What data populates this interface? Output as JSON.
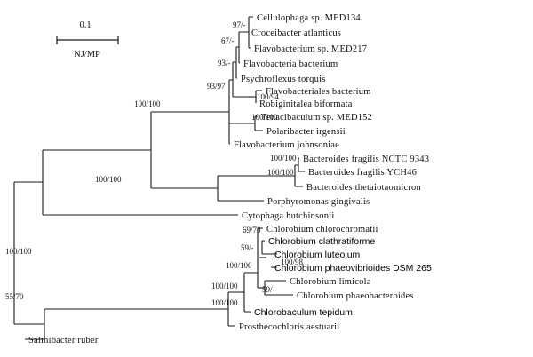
{
  "scale_bar": {
    "value_label": "0.1",
    "method_label": "NJ/MP"
  },
  "taxa": [
    {
      "id": "t1",
      "label": "Cellulophaga sp. MED134"
    },
    {
      "id": "t2",
      "label": "Croceibacter atlanticus"
    },
    {
      "id": "t3",
      "label": "Flavobacterium sp. MED217"
    },
    {
      "id": "t4",
      "label": "Flavobacteria bacterium"
    },
    {
      "id": "t5",
      "label": "Psychroflexus torquis"
    },
    {
      "id": "t6",
      "label": "Flavobacteriales bacterium"
    },
    {
      "id": "t7",
      "label": "Robiginitalea biformata"
    },
    {
      "id": "t8",
      "label": "Tenacibaculum sp. MED152"
    },
    {
      "id": "t9",
      "label": "Polaribacter irgensii"
    },
    {
      "id": "t10",
      "label": "Flavobacterium johnsoniae"
    },
    {
      "id": "t11",
      "label": "Bacteroides fragilis NCTC 9343"
    },
    {
      "id": "t12",
      "label": "Bacteroides fragilis YCH46"
    },
    {
      "id": "t13",
      "label": "Bacteroides thetaiotaomicron"
    },
    {
      "id": "t14",
      "label": "Porphyromonas gingivalis"
    },
    {
      "id": "t15",
      "label": "Cytophaga hutchinsonii"
    },
    {
      "id": "t16",
      "label": "Chlorobium chlorochromatii"
    },
    {
      "id": "t17",
      "label": "Chlorobium clathratiforme"
    },
    {
      "id": "t18",
      "label": "Chlorobium luteolum"
    },
    {
      "id": "t19",
      "label": "Chlorobium phaeovibrioides DSM 265"
    },
    {
      "id": "t20",
      "label": "Chlorobium limicola"
    },
    {
      "id": "t21",
      "label": "Chlorobium phaeobacteroides"
    },
    {
      "id": "t22",
      "label": "Chlorobaculum tepidum"
    },
    {
      "id": "t23",
      "label": "Prosthecochloris aestuarii"
    },
    {
      "id": "t24",
      "label": "Salinibacter ruber"
    }
  ],
  "support_values": [
    {
      "id": "s1",
      "label": "97/-"
    },
    {
      "id": "s2",
      "label": "67/-"
    },
    {
      "id": "s3",
      "label": "93/-"
    },
    {
      "id": "s4",
      "label": "93/97"
    },
    {
      "id": "s5",
      "label": "100/94"
    },
    {
      "id": "s6",
      "label": "100/100"
    },
    {
      "id": "s7",
      "label": "100/100"
    },
    {
      "id": "s8",
      "label": "100/100"
    },
    {
      "id": "s9",
      "label": "100/100"
    },
    {
      "id": "s10",
      "label": "100/100"
    },
    {
      "id": "s11",
      "label": "69/70"
    },
    {
      "id": "s12",
      "label": "59/-"
    },
    {
      "id": "s13",
      "label": "100/98"
    },
    {
      "id": "s14",
      "label": "100/100"
    },
    {
      "id": "s15",
      "label": "59/-"
    },
    {
      "id": "s16",
      "label": "100/100"
    },
    {
      "id": "s17",
      "label": "100/100"
    },
    {
      "id": "s18",
      "label": "100/100"
    },
    {
      "id": "s19",
      "label": "55/70"
    }
  ]
}
